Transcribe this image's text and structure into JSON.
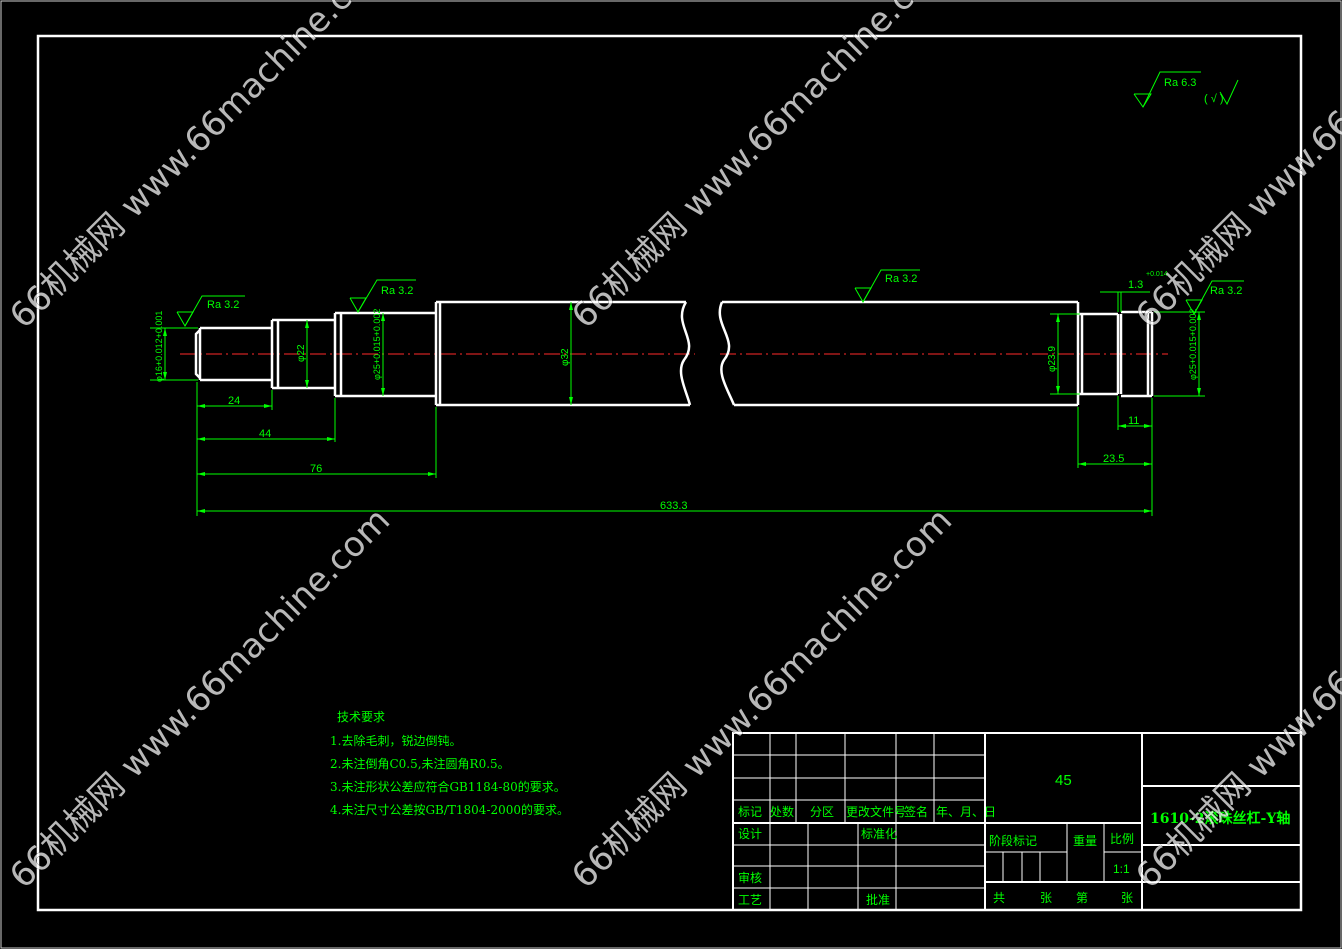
{
  "surface_finish": {
    "general": "Ra 6.3",
    "general_paren": "( √ )",
    "labels": [
      "Ra 3.2",
      "Ra 3.2",
      "Ra 3.2",
      "Ra 3.2"
    ]
  },
  "diameters": {
    "d16": "φ16+0.012+0.001",
    "d22": "φ22",
    "d25_left": "φ25+0.015+0.002",
    "d32": "φ32",
    "d23_9": "φ23.9",
    "d25_right": "φ25+0.015+0.002"
  },
  "dimensions": {
    "len_24": "24",
    "len_44": "44",
    "len_76": "76",
    "len_633_3": "633.3",
    "len_23_5": "23.5",
    "len_11": "11",
    "groove": "1.3",
    "groove_tol": "+0.014"
  },
  "technical_requirements": {
    "title": "技术要求",
    "items": [
      "1.去除毛刺，锐边倒钝。",
      "2.未注倒角C0.5,未注圆角R0.5。",
      "3.未注形状公差应符合GB1184-80的要求。",
      "4.未注尺寸公差按GB/T1804-2000的要求。"
    ]
  },
  "title_block": {
    "material": "45",
    "part_name": "1610-2滚珠丝杠-Y轴",
    "header": [
      "标记",
      "处数",
      "分区",
      "更改文件号",
      "签名",
      "年、月、日"
    ],
    "design": "设计",
    "standardization": "标准化",
    "stage_mark": "阶段标记",
    "weight": "重量",
    "scale_label": "比例",
    "scale": "1:1",
    "review": "审核",
    "process": "工艺",
    "approve": "批准",
    "sheet_total": "共",
    "sheet_unit": "张",
    "sheet_no": "第",
    "sheet_unit2": "张"
  },
  "watermark": "66机械网 www.66machine.com",
  "colors": {
    "background": "#000000",
    "lines": "#ffffff",
    "dimensions": "#00ff00",
    "centerline": "#ff0000"
  }
}
